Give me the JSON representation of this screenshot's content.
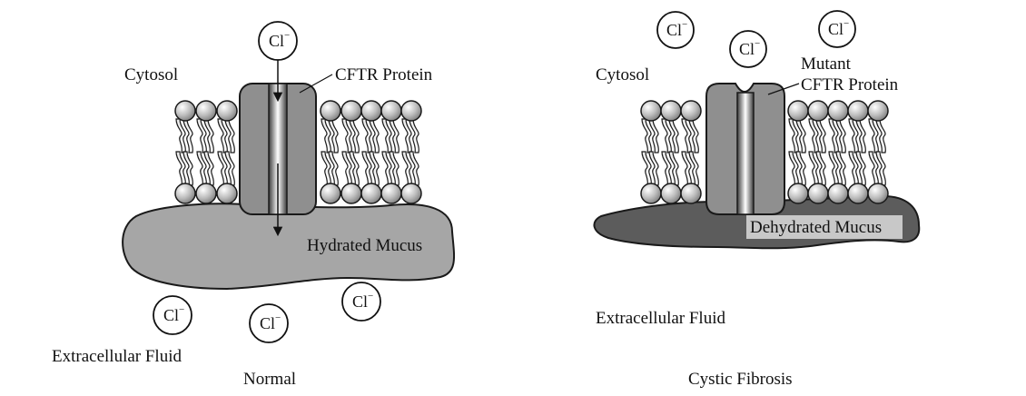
{
  "normal": {
    "caption": "Normal",
    "cytosol": "Cytosol",
    "protein_label": "CFTR Protein",
    "mucus_label": "Hydrated Mucus",
    "fluid_label": "Extracellular Fluid"
  },
  "cf": {
    "caption": "Cystic Fibrosis",
    "cytosol": "Cytosol",
    "protein_label_line1": "Mutant",
    "protein_label_line2": "CFTR Protein",
    "mucus_label": "Dehydrated Mucus",
    "fluid_label": "Extracellular Fluid"
  },
  "ion": {
    "symbol": "Cl",
    "charge": "−"
  },
  "colors": {
    "hydrated_mucus": "#a6a6a6",
    "dehydrated_mucus": "#5c5c5c",
    "protein": "#8f8f8f",
    "outline": "#1a1a1a"
  }
}
